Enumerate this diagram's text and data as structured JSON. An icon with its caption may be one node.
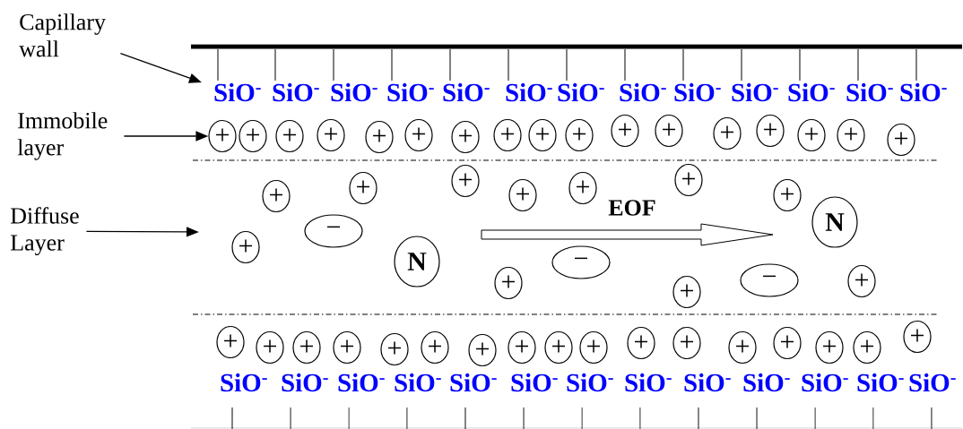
{
  "diagram": {
    "nodes": [
      {
        "text": [
          "Capillary wall"
        ]
      },
      {
        "text": [
          "Immobile layer"
        ]
      },
      {
        "text": [
          "Diffuse Layer"
        ]
      },
      {
        "text": [
          "+"
        ]
      },
      {
        "text": [
          "+"
        ]
      },
      {
        "text": [
          "+"
        ]
      },
      {
        "text": [
          "+"
        ]
      },
      {
        "text": [
          "+"
        ]
      },
      {
        "text": [
          "+"
        ]
      },
      {
        "text": [
          "+"
        ]
      },
      {
        "text": [
          "+"
        ]
      },
      {
        "text": [
          "+"
        ]
      },
      {
        "text": [
          "+"
        ]
      },
      {
        "text": [
          "+"
        ]
      },
      {
        "text": [
          "+"
        ]
      },
      {
        "text": [
          "+"
        ]
      },
      {
        "text": [
          "+"
        ]
      },
      {
        "text": [
          "+"
        ]
      },
      {
        "text": [
          "+"
        ]
      },
      {
        "text": [
          "+"
        ]
      },
      {
        "text": [
          "+"
        ]
      },
      {
        "text": [
          "+"
        ]
      },
      {
        "text": [
          "+"
        ]
      },
      {
        "text": [
          "+"
        ]
      },
      {
        "text": [
          "+"
        ]
      },
      {
        "text": [
          "+"
        ]
      },
      {
        "text": [
          "+"
        ]
      },
      {
        "text": [
          "+"
        ]
      },
      {
        "text": [
          "+"
        ]
      },
      {
        "text": [
          "+"
        ]
      },
      {
        "text": [
          "+"
        ]
      },
      {
        "text": [
          "−"
        ]
      },
      {
        "text": [
          "−"
        ]
      },
      {
        "text": [
          "−"
        ]
      },
      {
        "text": [
          "N"
        ]
      },
      {
        "text": [
          "N"
        ]
      },
      {
        "text": [
          "+"
        ]
      },
      {
        "text": [
          "+"
        ]
      },
      {
        "text": [
          "+"
        ]
      },
      {
        "text": [
          "+"
        ]
      },
      {
        "text": [
          "+"
        ]
      },
      {
        "text": [
          "+"
        ]
      },
      {
        "text": [
          "+"
        ]
      },
      {
        "text": [
          "+"
        ]
      },
      {
        "text": [
          "+"
        ]
      },
      {
        "text": [
          "+"
        ]
      },
      {
        "text": [
          "+"
        ]
      },
      {
        "text": [
          "+"
        ]
      },
      {
        "text": [
          "+"
        ]
      },
      {
        "text": [
          "+"
        ]
      },
      {
        "text": [
          "+"
        ]
      },
      {
        "text": [
          "+"
        ]
      },
      {
        "text": [
          "+"
        ]
      }
    ],
    "edges": [
      {
        "from": 0,
        "to": null,
        "arrow": "to"
      },
      {
        "from": 1,
        "to": 3,
        "arrow": "to"
      },
      {
        "from": 2,
        "to": null,
        "arrow": "to"
      }
    ],
    "labels": [
      "SiO$^{-}$",
      "SiO$^{-}$",
      "SiO$^{-}$",
      "SiO$^{-}$",
      "SiO$^{-}$",
      "SiO$^{-}$",
      "SiO$^{-}$",
      "SiO$^{-}$",
      "SiO$^{-}$",
      "SiO$^{-}$",
      "SiO$^{-}$",
      "SiO$^{-}$",
      "SiO$^{-}$",
      "EOF",
      "SiO$^{-}$",
      "SiO$^{-}$",
      "SiO$^{-}$",
      "SiO$^{-}$",
      "SiO$^{-}$",
      "SiO$^{-}$",
      "SiO$^{-}$",
      "SiO$^{-}$",
      "SiO$^{-}$",
      "SiO$^{-}$",
      "SiO$^{-}$",
      "SiO$^{-}$",
      "SiO$^{-}$"
    ]
  }
}
